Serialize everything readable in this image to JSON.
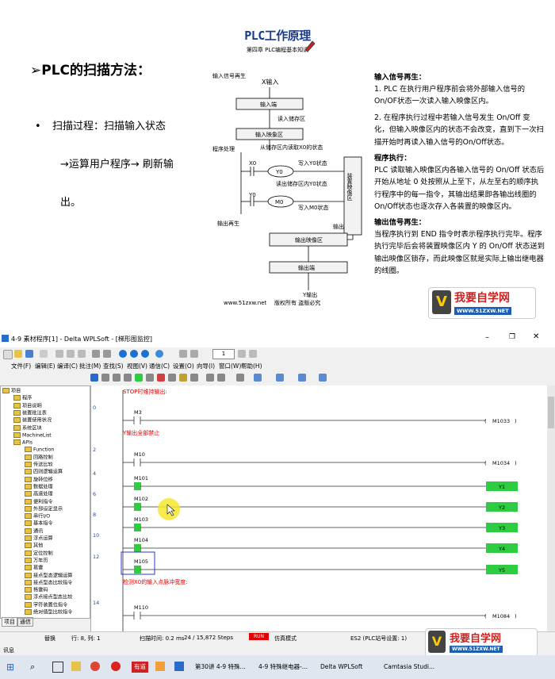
{
  "slide": {
    "title": "PLC工作原理",
    "subtitle": "第四章 PLC编程基本知识",
    "heading": "PLC的扫描方法：",
    "bullet": {
      "marker": "•",
      "line1": "扫描过程：扫描输入状态",
      "line2": "→运算用户程序→ 刷新输",
      "line3": "出。"
    },
    "diagram": {
      "input_regen": "输入信号再生",
      "x_input": "X输入",
      "box_input_terminal": "输入端",
      "read_store": "读入储存区",
      "box_input_image": "输入映象区",
      "program": "程序处理",
      "from_store_read": "从储存区内读取X0的状态",
      "x0": "X0",
      "y0_coil": "Y0",
      "write_y0": "写入Y0状态",
      "read_y0": "读出储存区内Y0状态",
      "y0_contact": "Y0",
      "m0_coil": "M0",
      "write_m0": "写入M0状态",
      "device_image": "装置映像区",
      "output_regen": "输出再生",
      "output_label": "输出",
      "box_output_image": "输出映像区",
      "box_output_terminal": "输出端",
      "y_output": "Y输出",
      "footer_site": "www.51zxw.net",
      "footer_rights": "版权所有 盗版必究"
    },
    "right": {
      "h1": "输入信号再生：",
      "p1": "1. PLC 在执行用户程序前会将外部输入信号的 On/OF状态一次读入输入映像区内。",
      "p2": "2. 在程序执行过程中若输入信号发生 On/Off 变化，但输入映像区内的状态不会改变，直到下一次扫描开始时再读入输入信号的On/Off状态。",
      "h2": "程序执行：",
      "p3": "PLC 读取输入映像区内各输入信号的 On/Off 状态后开始从地址 0 处按照从上至下，从左至右的顺序执行程序中的每一指令，其输出结果即各输出线圈的On/Off状态也逐次存入各装置的映像区内。",
      "h3": "输出信号再生：",
      "p4": "当程序执行到 END 指令时表示程序执行完毕。程序执行完毕后会将装置映像区内 Y 的 On/Off 状态送到输出映像区锁存，而此映像区就是实际上输出继电器的线圈。"
    },
    "logo": {
      "text": "我要自学网",
      "url": "WWW.51ZXW.NET"
    }
  },
  "app": {
    "title": "4-9 素材程序[1] - Delta WPLSoft - [梯形图监控]",
    "menu": [
      "文件(F)",
      "编辑(E)",
      "编译(C)",
      "批注(M)",
      "查找(S)",
      "视图(V)",
      "通信(C)",
      "设置(O)",
      "向导(I)",
      "窗口(W)",
      "帮助(H)"
    ],
    "zoom_value": "1",
    "tree": [
      {
        "label": "项目",
        "indent": 0
      },
      {
        "label": "程序",
        "indent": 1
      },
      {
        "label": "项目说明",
        "indent": 1
      },
      {
        "label": "装置批注表",
        "indent": 1
      },
      {
        "label": "装置使用状况",
        "indent": 1
      },
      {
        "label": "系统区块",
        "indent": 1
      },
      {
        "label": "MachineList",
        "indent": 1
      },
      {
        "label": "APIs",
        "indent": 1
      },
      {
        "label": "Function",
        "indent": 2
      },
      {
        "label": "回路控制",
        "indent": 2
      },
      {
        "label": "传送比较",
        "indent": 2
      },
      {
        "label": "四则逻辑运算",
        "indent": 2
      },
      {
        "label": "旋转位移",
        "indent": 2
      },
      {
        "label": "数据处理",
        "indent": 2
      },
      {
        "label": "高速处理",
        "indent": 2
      },
      {
        "label": "便利指令",
        "indent": 2
      },
      {
        "label": "外部设定显示",
        "indent": 2
      },
      {
        "label": "串行I/O",
        "indent": 2
      },
      {
        "label": "基本指令",
        "indent": 2
      },
      {
        "label": "通讯",
        "indent": 2
      },
      {
        "label": "浮点运算",
        "indent": 2
      },
      {
        "label": "其他",
        "indent": 2
      },
      {
        "label": "定位控制",
        "indent": 2
      },
      {
        "label": "万年历",
        "indent": 2
      },
      {
        "label": "葛雷",
        "indent": 2
      },
      {
        "label": "接点型态逻辑运算",
        "indent": 2
      },
      {
        "label": "接点型态比较指令",
        "indent": 2
      },
      {
        "label": "格雷码",
        "indent": 2
      },
      {
        "label": "浮点接点型态比较",
        "indent": 2
      },
      {
        "label": "字符装置位指令",
        "indent": 2
      },
      {
        "label": "绝对值型比较指令",
        "indent": 2
      }
    ],
    "tabs": [
      "项目",
      "通信"
    ],
    "ladder": {
      "comment_top": "STOP时维持输出:",
      "comment_y": "Y输出全部禁止",
      "comment_bottom": "检测X0的输入点脉冲宽度:",
      "rungs": [
        {
          "step": "0",
          "contact": "M3",
          "coil": "M1033",
          "on": false
        },
        {
          "step": "2",
          "contact": "M10",
          "coil": "M1034",
          "on": false
        },
        {
          "step": "4",
          "contact": "M101",
          "coil": "Y1",
          "on": true
        },
        {
          "step": "6",
          "contact": "M102",
          "coil": "Y2",
          "on": true
        },
        {
          "step": "8",
          "contact": "M103",
          "coil": "Y3",
          "on": true
        },
        {
          "step": "10",
          "contact": "M104",
          "coil": "Y4",
          "on": true
        },
        {
          "step": "12",
          "contact": "M105",
          "coil": "Y5",
          "on": true
        },
        {
          "step": "14",
          "contact": "M110",
          "coil": "M1084",
          "on": false
        }
      ]
    },
    "status": {
      "mode": "替换",
      "position": "行: 8, 列: 1",
      "scan_time": "扫描时间: 0.2 ms",
      "steps": "24 / 15,872 Steps",
      "run": "RUN",
      "sim": "仿真模式",
      "plc": "ES2 (PLC站号设置: 1)"
    },
    "message": "讯息"
  },
  "taskbar": {
    "items": [
      "有道",
      "第30讲 4-9 特殊...",
      "4-9 特殊继电器-...",
      "Delta WPLSoft",
      "Camtasia Studi..."
    ]
  },
  "colors": {
    "title_blue": "#1a3a8a",
    "coil_on": "#2ecc40",
    "comment_red": "#e00000",
    "run_red": "#e00000"
  }
}
